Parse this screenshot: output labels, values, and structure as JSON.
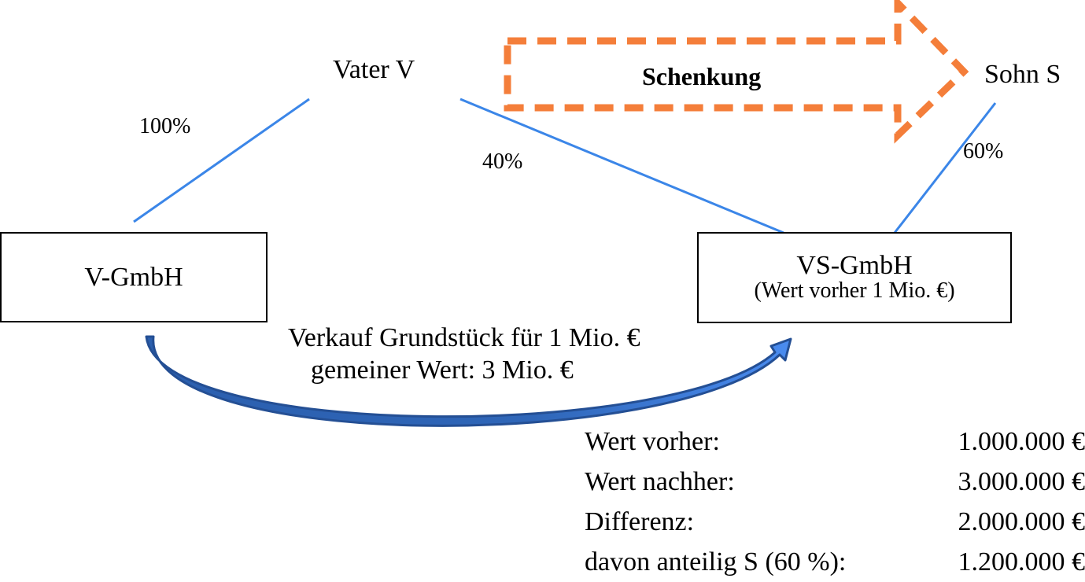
{
  "nodes": {
    "father": "Vater V",
    "son": "Sohn S",
    "v_gmbh": "V-GmbH",
    "vs_gmbh": {
      "title": "VS-GmbH",
      "subtitle": "(Wert vorher 1 Mio. €)"
    }
  },
  "ownership": {
    "father_to_v_gmbh": "100%",
    "father_to_vs_gmbh": "40%",
    "son_to_vs_gmbh": "60%"
  },
  "gift_arrow": {
    "label": "Schenkung",
    "color": "#F47E3A"
  },
  "sale_arrow": {
    "line1": "Verkauf Grundstück für 1 Mio. €",
    "line2": "gemeiner Wert: 3 Mio. €",
    "color": "#2F66B8"
  },
  "line_color": "#3B86E8",
  "calculation": [
    {
      "label": "Wert vorher:",
      "value": "1.000.000 €"
    },
    {
      "label": "Wert nachher:",
      "value": "3.000.000 €"
    },
    {
      "label": "Differenz:",
      "value": "2.000.000 €"
    },
    {
      "label": "davon anteilig S (60 %):",
      "value": "1.200.000 €"
    }
  ]
}
